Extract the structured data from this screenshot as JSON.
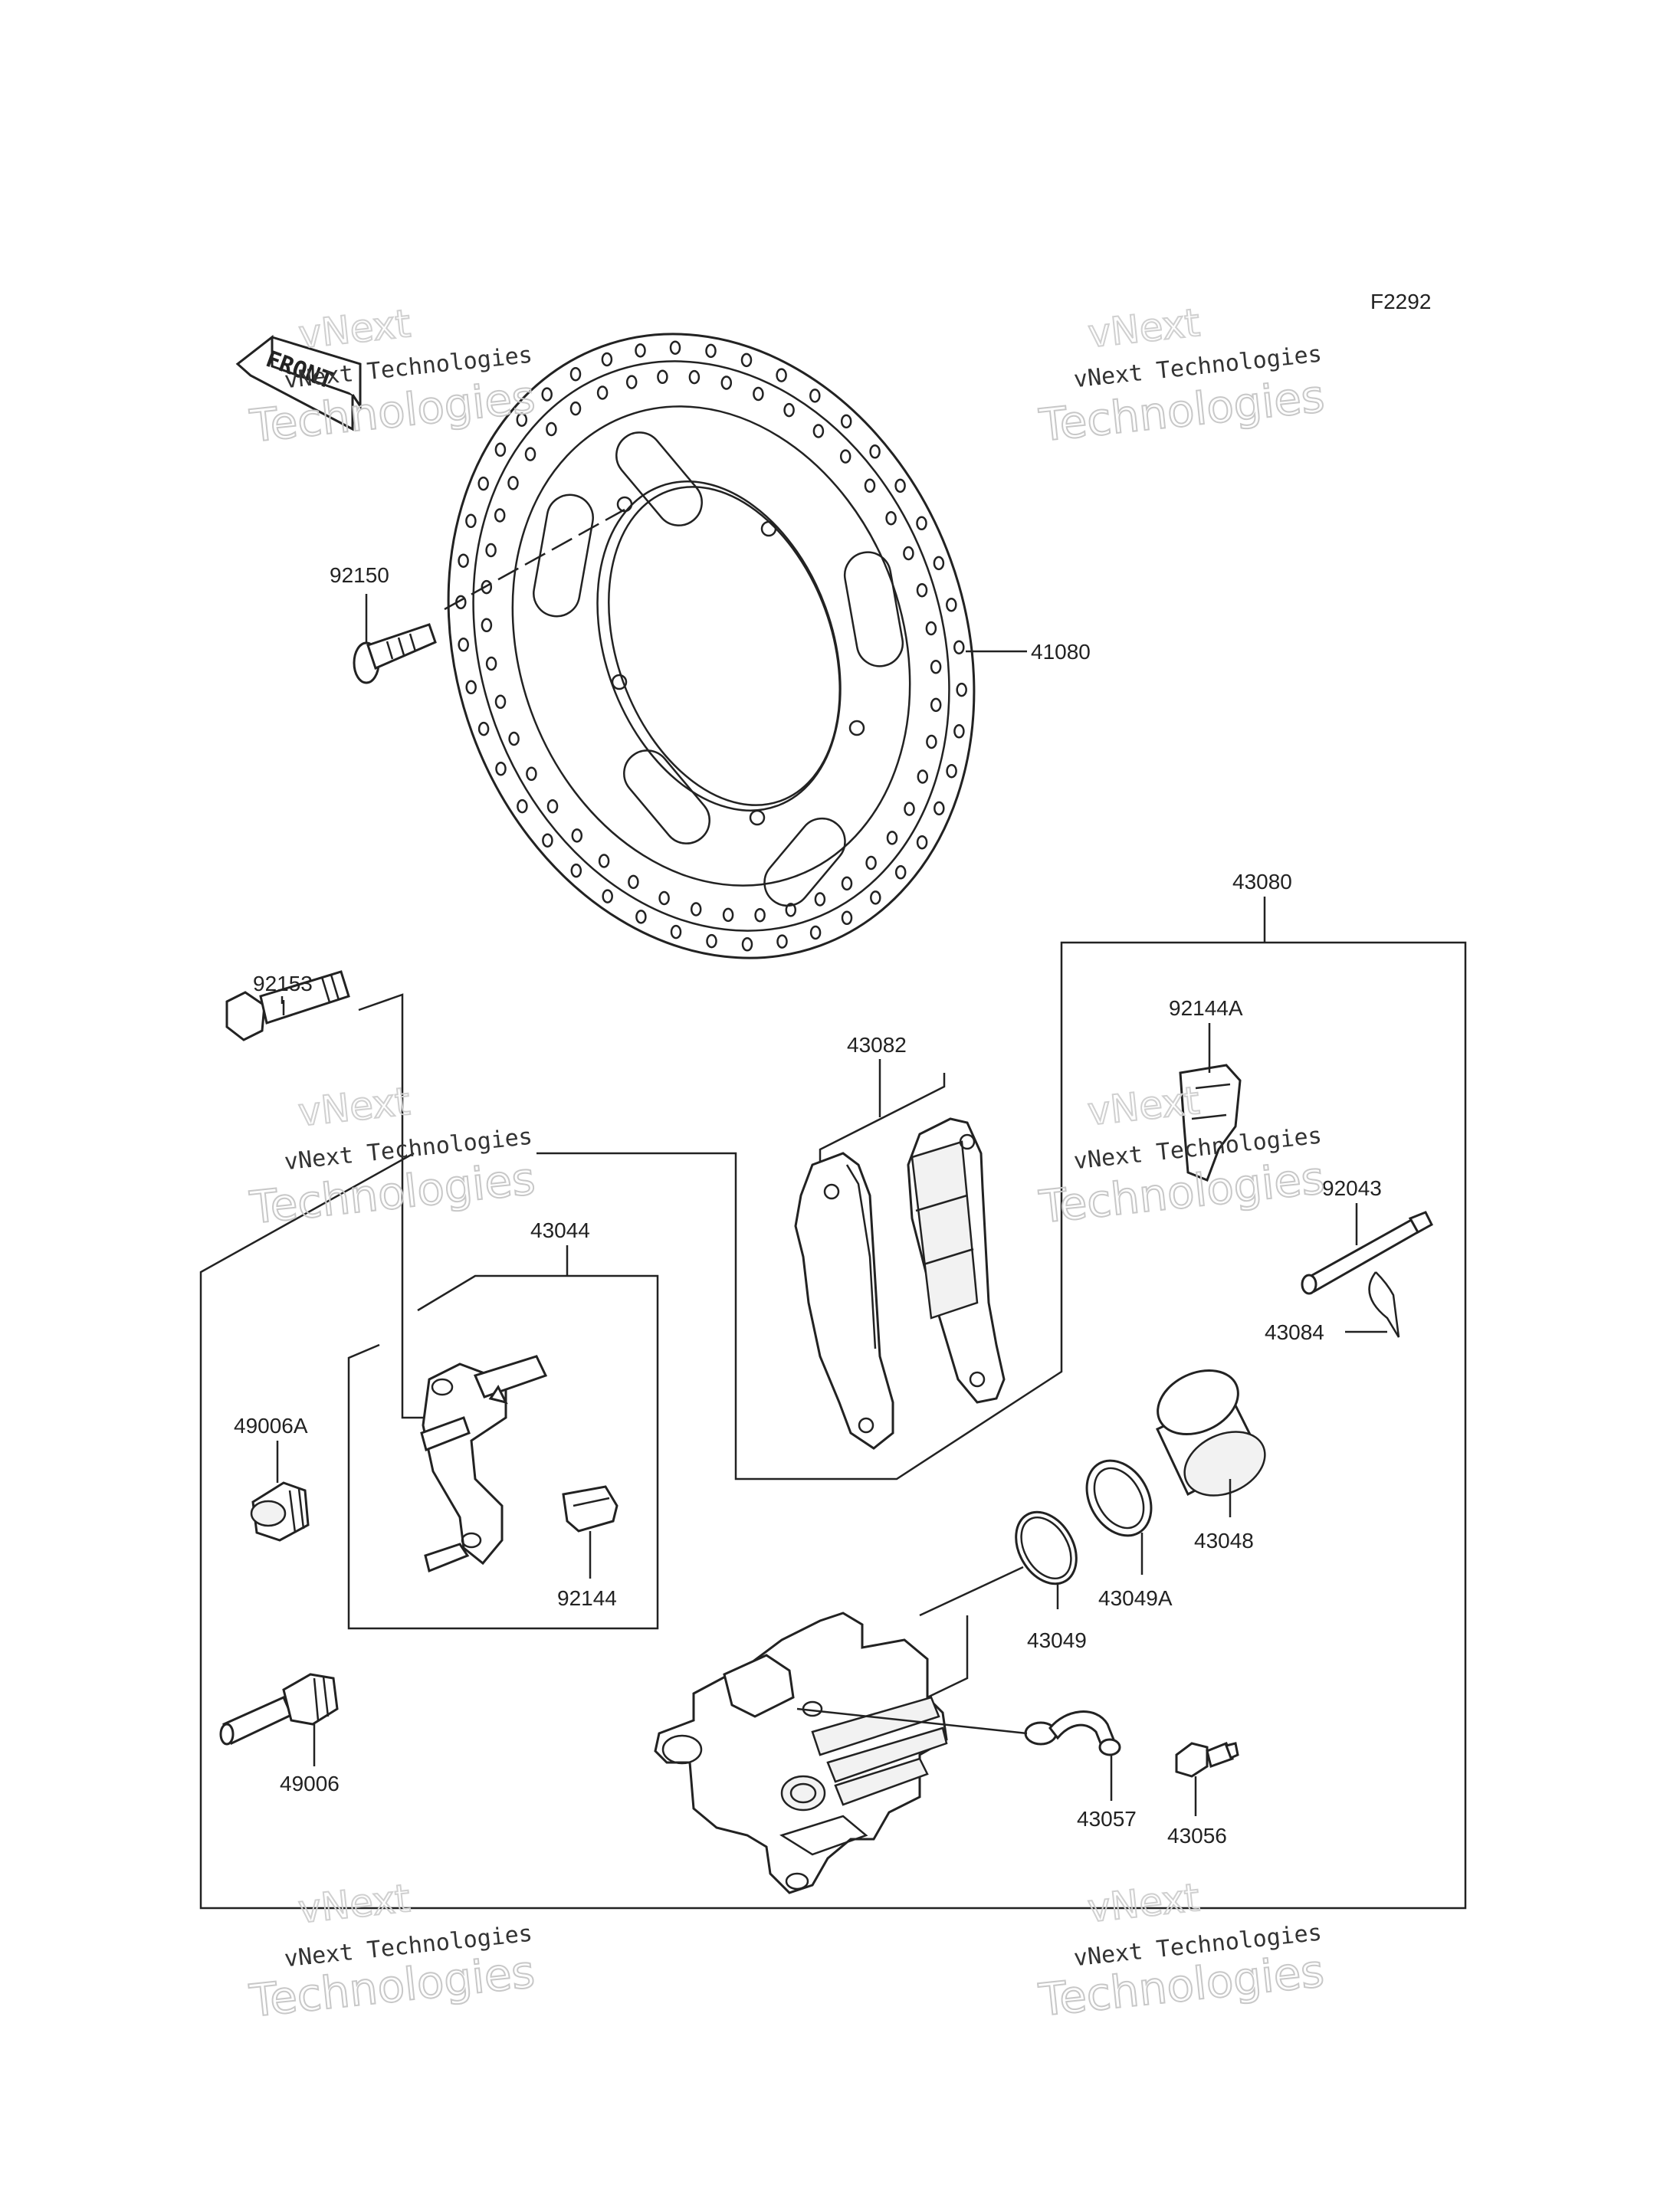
{
  "figure_code": "F2292",
  "front_arrow_label": "FRONT",
  "watermark": {
    "line1": "vNext Technologies",
    "line2": "Technologies",
    "line3": "vNext"
  },
  "parts": {
    "p92150": "92150",
    "p41080": "41080",
    "p92153": "92153",
    "p43080": "43080",
    "p43082": "43082",
    "p92144A": "92144A",
    "p43044": "43044",
    "p92043": "92043",
    "p43084": "43084",
    "p49006A": "49006A",
    "p92144": "92144",
    "p43048": "43048",
    "p43049A": "43049A",
    "p43049": "43049",
    "p49006": "49006",
    "p43057": "43057",
    "p43056": "43056"
  }
}
